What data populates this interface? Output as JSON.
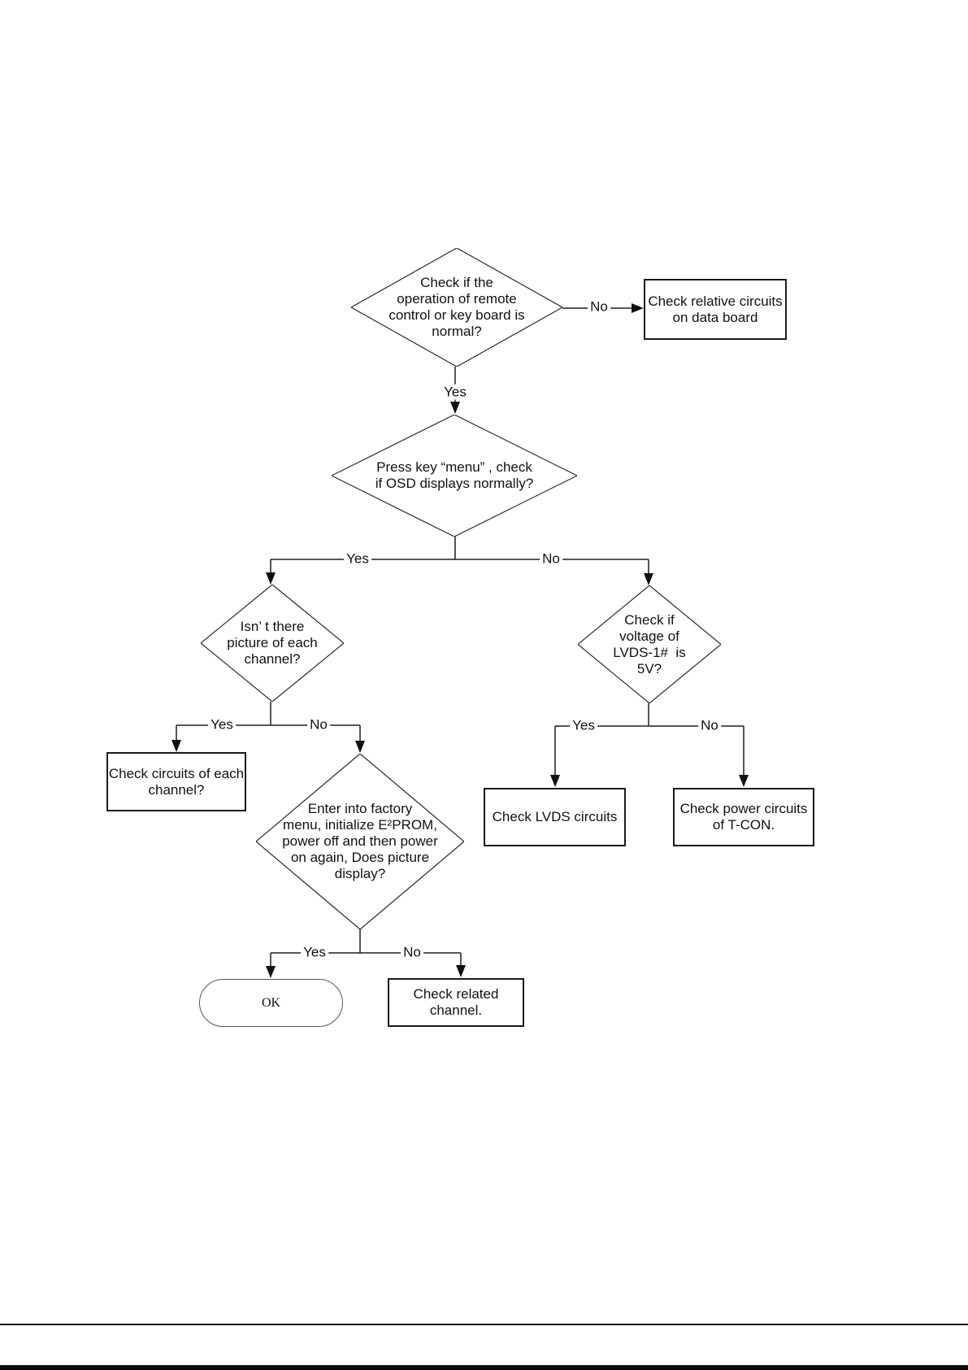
{
  "page": {
    "background_color": "#ffffff",
    "line_color": "#1f1f1f",
    "text_color": "#111111"
  },
  "flowchart": {
    "nodes": {
      "d1": {
        "type": "decision",
        "label": "Check if the\noperation of remote\ncontrol or key board is\nnormal?"
      },
      "r1": {
        "type": "process",
        "label": "Check relative circuits\non data board"
      },
      "d2": {
        "type": "decision",
        "label": "Press key “menu” , check\nif OSD displays normally?"
      },
      "d3": {
        "type": "decision",
        "label": "Isn’ t there\npicture of each\nchannel?"
      },
      "d4": {
        "type": "decision",
        "label": "Check if\nvoltage of\nLVDS-1#  is\n5V?"
      },
      "r2": {
        "type": "process",
        "label": "Check circuits of each\nchannel?"
      },
      "d5": {
        "type": "decision",
        "label": "Enter into factory\nmenu, initialize E²PROM,\npower off and then power\non again, Does picture\ndisplay?"
      },
      "r3": {
        "type": "process",
        "label": "Check LVDS circuits"
      },
      "r4": {
        "type": "process",
        "label": "Check power circuits\nof T-CON."
      },
      "ok": {
        "type": "terminator",
        "label": "OK"
      },
      "r5": {
        "type": "process",
        "label": "Check related\nchannel."
      }
    },
    "edge_labels": {
      "d1_no": "No",
      "d1_yes": "Yes",
      "d2_yes": "Yes",
      "d2_no": "No",
      "d3_yes": "Yes",
      "d3_no": "No",
      "d4_yes": "Yes",
      "d4_no": "No",
      "d5_yes": "Yes",
      "d5_no": "No"
    }
  }
}
